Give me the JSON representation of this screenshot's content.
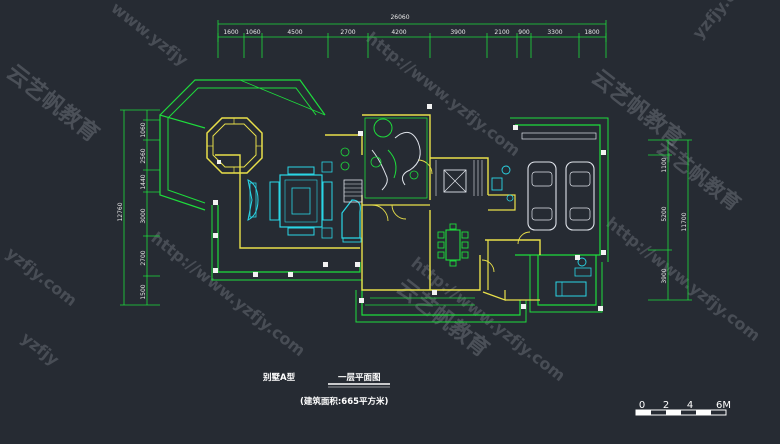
{
  "drawing": {
    "total_width_dim": "26060",
    "top_dims": [
      "1600",
      "1060",
      "4500",
      "2700",
      "4200",
      "3900",
      "2100",
      "900",
      "3300",
      "1800"
    ],
    "left_total_dim": "12760",
    "left_dims": [
      "1060",
      "2560",
      "1440",
      "3000",
      "2700",
      "1500"
    ],
    "right_total_dim": "11700",
    "right_dims": [
      "1100",
      "5200",
      "3900"
    ],
    "title_type": "别墅A型",
    "title_plan": "一层平面图",
    "title_area": "(建筑面积:665平方米)",
    "scale_labels": [
      "0",
      "2",
      "4",
      "6M"
    ]
  },
  "watermarks": {
    "url_fragments": [
      "www.yzfjy",
      "yzfjy.com",
      "http://www.yzfjy.com",
      "http://www.yzfjy.com",
      "http://www.yzfjy.com",
      "yzfjy.com",
      "http://www.yzfjy.com",
      "yzfjy"
    ],
    "brand": [
      "云艺帆教育",
      "云艺帆教育",
      "云艺帆教育",
      "云艺帆教育"
    ]
  },
  "colors": {
    "background": "#262b33",
    "wall_green": "#1edc3c",
    "wall_yellow": "#e9e04a",
    "furniture_cyan": "#2ad6e6",
    "text_white": "#ffffff"
  }
}
